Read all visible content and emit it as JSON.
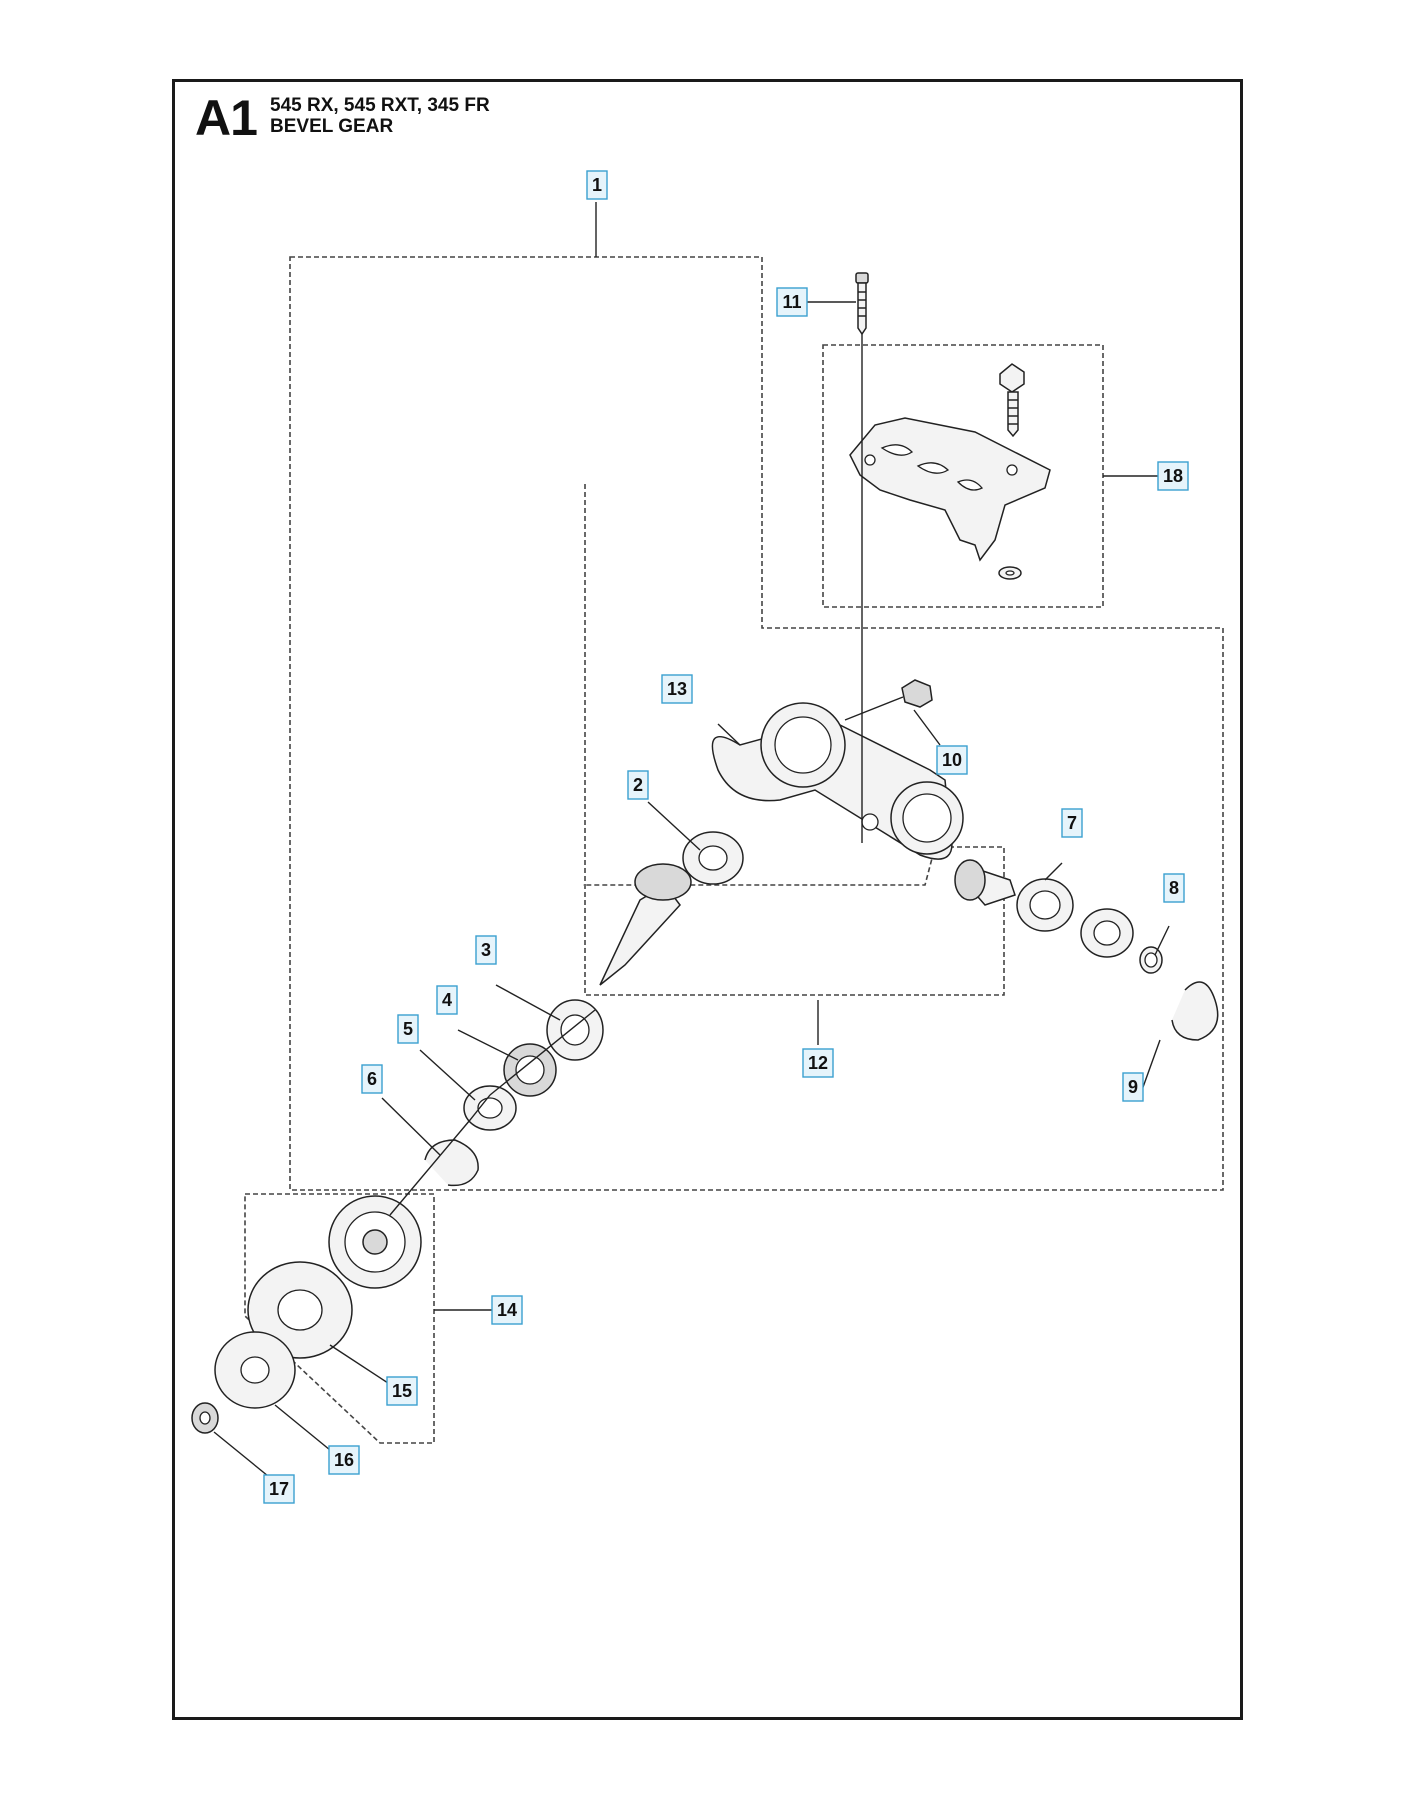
{
  "header": {
    "section_code": "A1",
    "models": "545 RX, 545 RXT, 345 FR",
    "title": "BEVEL GEAR"
  },
  "callouts": [
    "1",
    "2",
    "3",
    "4",
    "5",
    "6",
    "7",
    "8",
    "9",
    "10",
    "11",
    "12",
    "13",
    "14",
    "15",
    "16",
    "17",
    "18"
  ],
  "colors": {
    "callout_fill": "#e6f4fb",
    "callout_border": "#3aa0d0",
    "line": "#222222"
  }
}
